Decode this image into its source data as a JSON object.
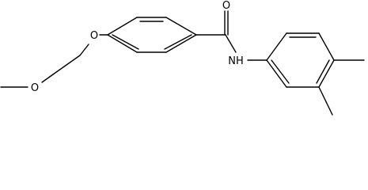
{
  "molecule": {
    "atom_labels": {
      "methoxy_oxygen": "O",
      "ether_oxygen": "O",
      "carbonyl_oxygen": "O",
      "amide_nitrogen": "NH"
    }
  }
}
